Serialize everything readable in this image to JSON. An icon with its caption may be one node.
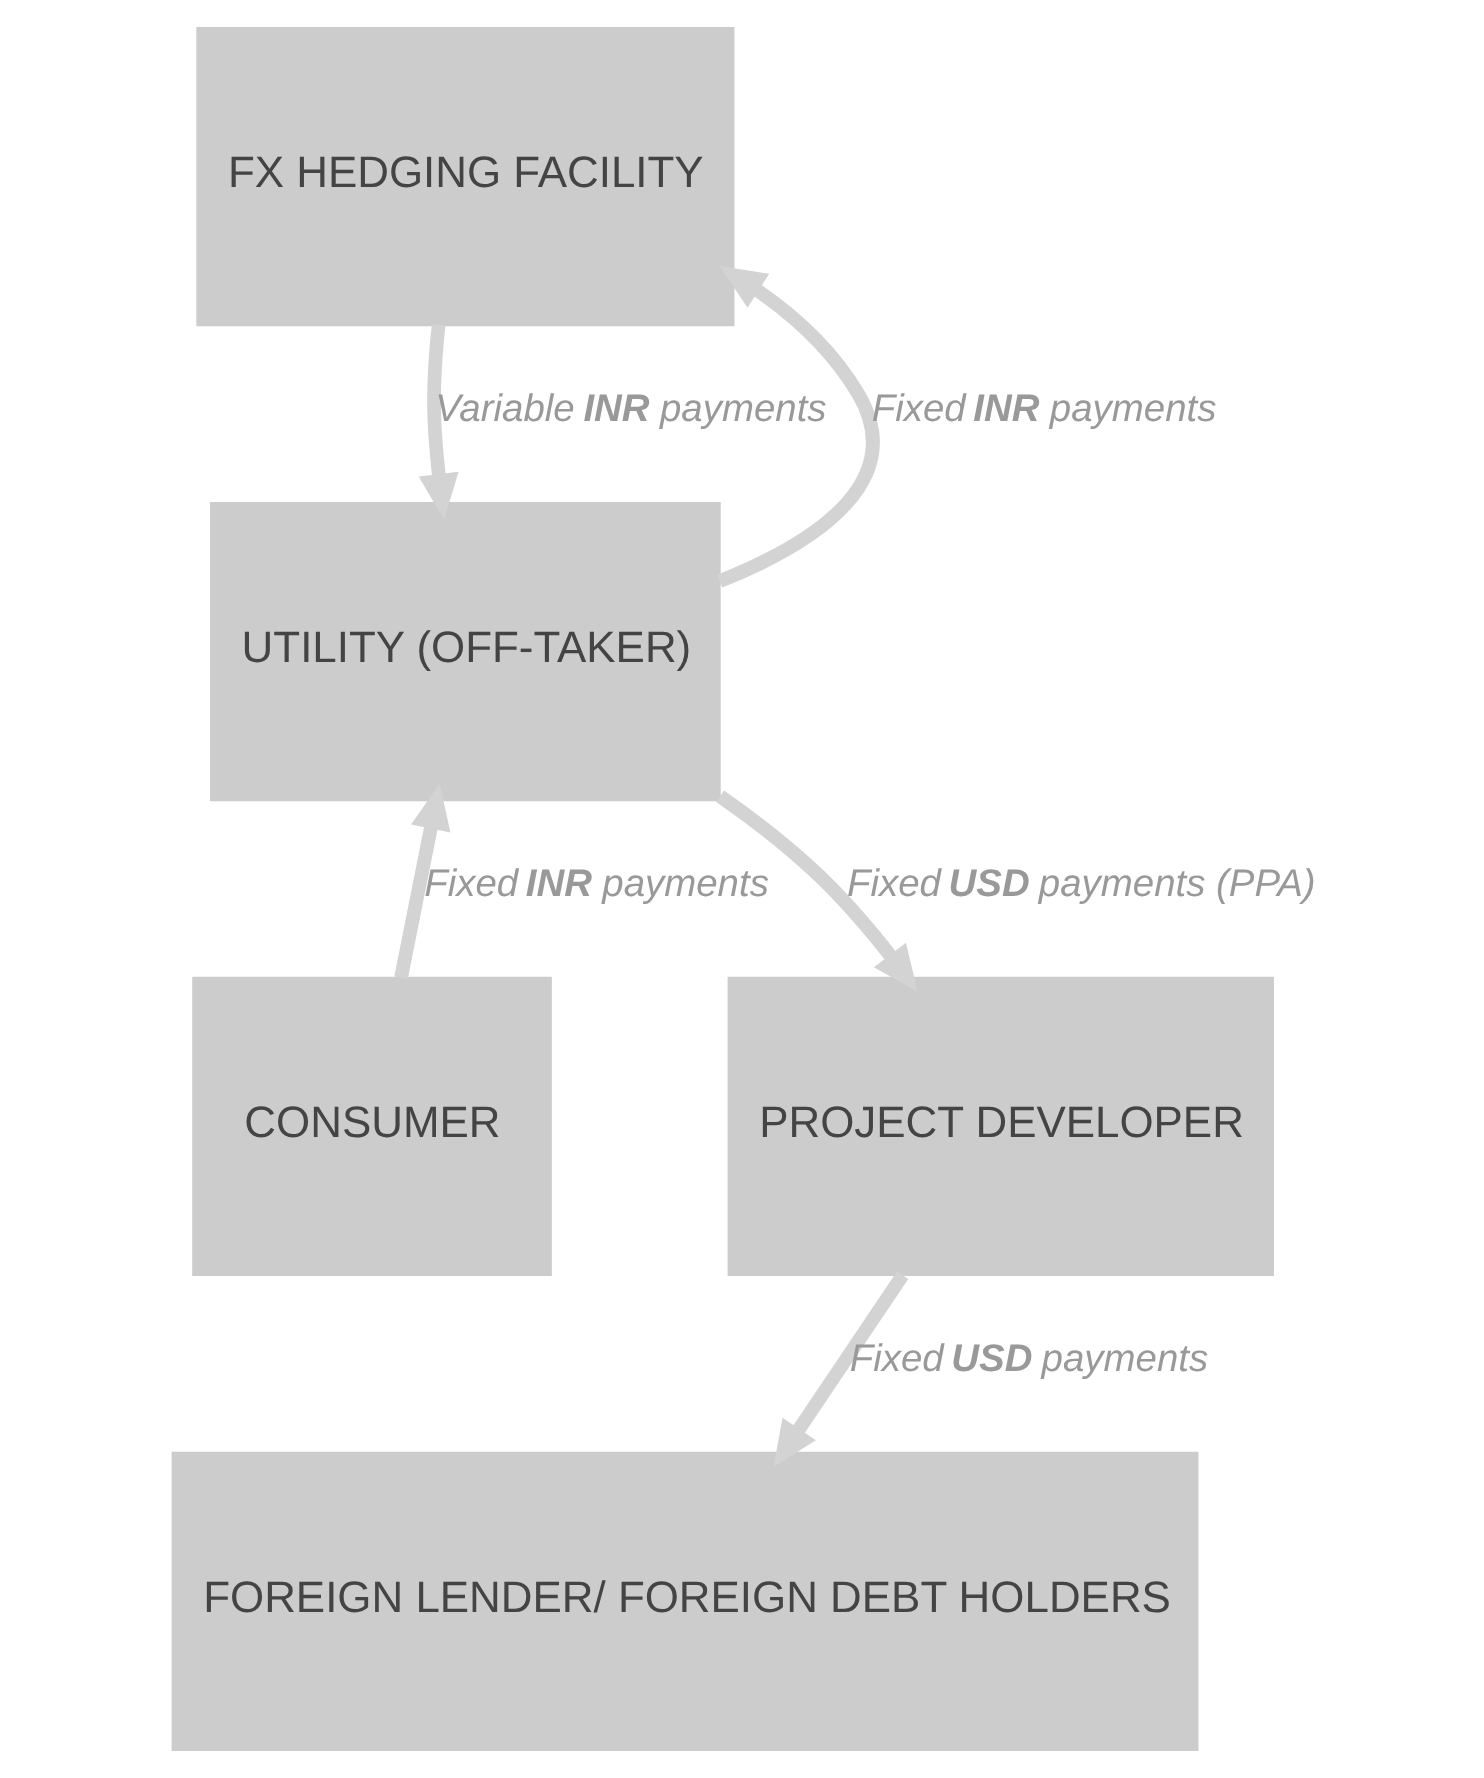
{
  "diagram": {
    "nodes": [
      {
        "text": [
          "FX HEDGING FACILITY"
        ]
      },
      {
        "text": [
          "UTILITY (OFF-TAKER)"
        ]
      },
      {
        "text": [
          "CONSUMER"
        ]
      },
      {
        "text": [
          "PROJECT DEVELOPER"
        ]
      },
      {
        "text": [
          "FOREIGN LENDER/ FOREIGN DEBT HOLDERS"
        ]
      }
    ],
    "edges": [
      {
        "from": 0,
        "to": 1,
        "arrow": "to",
        "label": "Variable **INR** payments"
      },
      {
        "from": 1,
        "to": 0,
        "arrow": "to",
        "label": "Fixed **INR** payments"
      },
      {
        "from": 2,
        "to": 1,
        "arrow": "to",
        "label": "Fixed **INR** payments"
      },
      {
        "from": 1,
        "to": 3,
        "arrow": "to",
        "label": "Fixed **USD** payments (PPA)"
      },
      {
        "from": 3,
        "to": 4,
        "arrow": "to",
        "label": "Fixed **USD** payments"
      }
    ]
  }
}
